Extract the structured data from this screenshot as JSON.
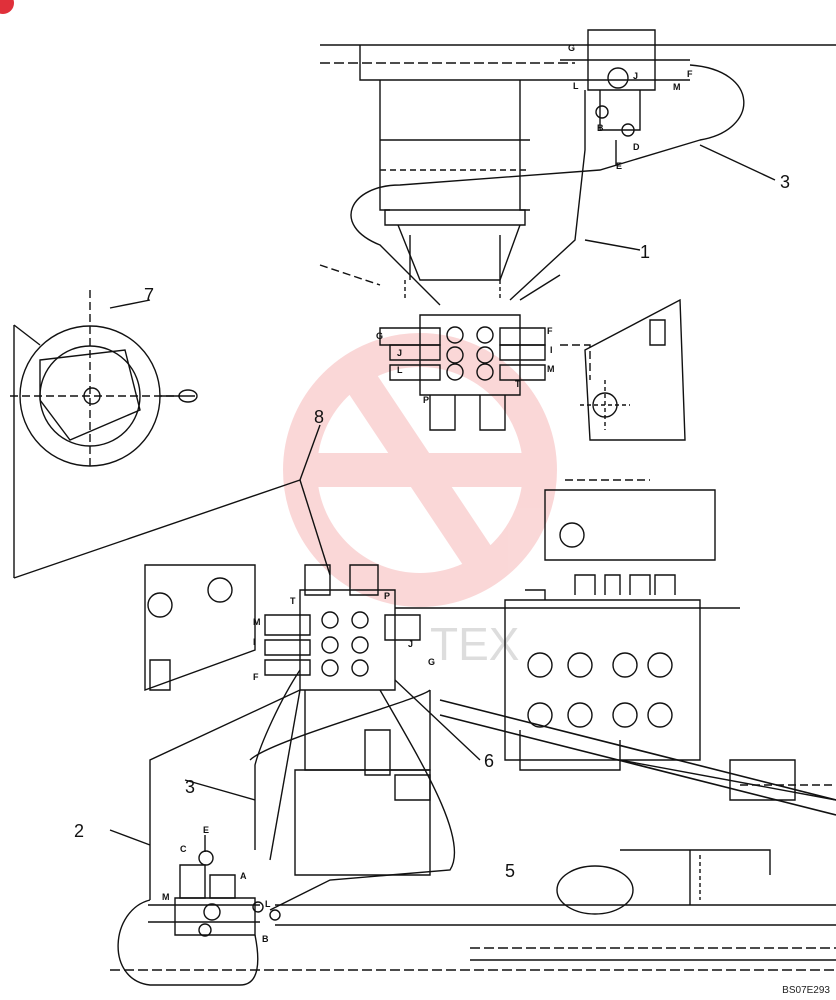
{
  "callouts": [
    "1",
    "2",
    "3",
    "3",
    "5",
    "6",
    "7",
    "8"
  ],
  "ports": {
    "top": [
      "G",
      "J",
      "F",
      "L",
      "M",
      "B",
      "D",
      "E"
    ],
    "valve_top": [
      "G",
      "J",
      "L",
      "F",
      "I",
      "M",
      "P",
      "T"
    ],
    "valve_bottom": [
      "T",
      "P",
      "M",
      "I",
      "F",
      "J",
      "G"
    ],
    "bottom_fitting": [
      "E",
      "C",
      "A",
      "M",
      "L",
      "B"
    ]
  },
  "drawing_code": "BS07E293",
  "watermark_text": "TEX",
  "colors": {
    "line": "#111111",
    "watermark": "#f2a3a3",
    "badge": "#e0303a"
  }
}
